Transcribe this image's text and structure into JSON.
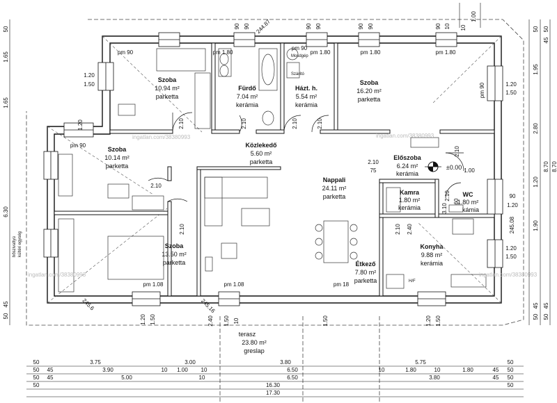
{
  "colors": {
    "line": "#111111",
    "wall_fill": "#ffffff",
    "watermark": "#bbbbbb"
  },
  "rooms": [
    {
      "key": "szoba_nw",
      "name": "Szoba",
      "area": "10.94 m²",
      "material": "parketta"
    },
    {
      "key": "furdo",
      "name": "Fürdő",
      "area": "7.04 m²",
      "material": "kerámia"
    },
    {
      "key": "haztart",
      "name": "Házt. h.",
      "area": "5.54 m²",
      "material": "kerámia"
    },
    {
      "key": "szoba_ne",
      "name": "Szoba",
      "area": "16.20 m²",
      "material": "parketta"
    },
    {
      "key": "kozlekedo",
      "name": "Közlekedő",
      "area": "5.60 m²",
      "material": "parketta"
    },
    {
      "key": "szoba_w",
      "name": "Szoba",
      "area": "10.14 m²",
      "material": "parketta"
    },
    {
      "key": "eloszoba",
      "name": "Előszoba",
      "area": "6.24 m²",
      "material": "kerámia"
    },
    {
      "key": "nappali",
      "name": "Nappali",
      "area": "24.11 m²",
      "material": "parketta"
    },
    {
      "key": "kamra",
      "name": "Kamra",
      "area": "1.80 m²",
      "material": "kerámia"
    },
    {
      "key": "wc",
      "name": "WC",
      "area": "1.80 m²",
      "material": "kámia"
    },
    {
      "key": "konyha",
      "name": "Konyha",
      "area": "9.88 m²",
      "material": "kerámia"
    },
    {
      "key": "szoba_sw",
      "name": "Szoba",
      "area": "13.50 m²",
      "material": "parketta"
    },
    {
      "key": "etkezo",
      "name": "Étkező",
      "area": "7.80 m²",
      "material": "parketta"
    },
    {
      "key": "terasz",
      "name": "terasz",
      "area": "23.80 m²",
      "material": "greslap"
    }
  ],
  "level_mark": "±0.00",
  "annotations": {
    "porch_note_1": "hőszivattyú",
    "porch_note_2": "kültéri egység",
    "mosdo": "Mosdgép",
    "szarito": "Szárító",
    "hm": "H/F"
  },
  "watermarks": [
    "ingatlan.com/38380993",
    "ingatlan.com/38380993",
    "ingatlan.com/38380993",
    "ingatlan.com/38380993"
  ],
  "opening_labels": [
    "pm 90",
    "pm 1.80",
    "pm 90",
    "pm 1.80",
    "pm 1.80",
    "pm 1.80",
    "pm 90",
    "pm 1.08",
    "pm 1.08",
    "pm 18",
    "pm 90",
    "1.20",
    "1.50",
    "1.20",
    "1.50",
    "1.20",
    "1.50",
    "1.20",
    "1.50",
    "90",
    "10",
    "90",
    "90",
    "90",
    "90",
    "90",
    "90",
    "2.10",
    "2.10",
    "2.10",
    "2.10",
    "2.10",
    "2.10",
    "2.10",
    "2.10",
    "2.10",
    "2.40",
    "1.00",
    "2.10",
    "75",
    "3.10",
    "60",
    "90",
    "1.20",
    "1.50",
    "10",
    "2.40",
    "1.50",
    "1.20",
    "1.50",
    "1.20",
    "245.08",
    "244.87",
    "245.6",
    "245.16"
  ],
  "dims_bottom": {
    "row1": [
      "50",
      "3.75",
      "3.00",
      "3.80",
      "5.75",
      "50"
    ],
    "row2": [
      "50",
      "45",
      "3.90",
      "10",
      "1.00",
      "10",
      "6.50",
      "10",
      "1.80",
      "10",
      "1.80",
      "45",
      "50"
    ],
    "row3": [
      "50",
      "45",
      "5.00",
      "10",
      "6.50",
      "3.80",
      "45",
      "50"
    ],
    "row4": [
      "50",
      "16.30",
      "50"
    ],
    "row5": [
      "17.30"
    ]
  },
  "dims_left": [
    "50",
    "1.65",
    "1.65",
    "6.30",
    "45",
    "50"
  ],
  "dims_right_outer": [
    "50",
    "1.95",
    "2.80",
    "1.20",
    "1.90",
    "45",
    "50"
  ],
  "dims_right_inner": [
    "50",
    "45",
    "8.70",
    "8.70",
    "45",
    "50"
  ],
  "dims_top": [
    "1.00",
    "10"
  ]
}
